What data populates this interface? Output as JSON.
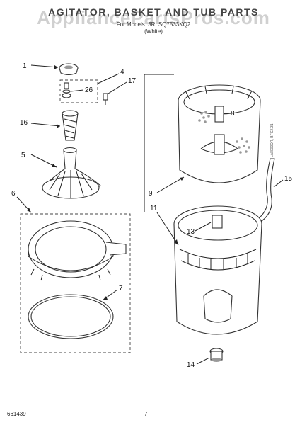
{
  "header": {
    "title": "AGITATOR, BASKET AND TUB PARTS",
    "model_line": "For Models: 3RLSQ7533KQ2",
    "color_line": "(White)"
  },
  "watermark": "AppliancePartsPros.com",
  "footer": {
    "doc_number": "661439",
    "page_number": "7"
  },
  "side_note": "LA8000DR, BFCX 31",
  "callouts": [
    "1",
    "4",
    "26",
    "17",
    "16",
    "5",
    "6",
    "7",
    "8",
    "9",
    "15",
    "11",
    "13",
    "14"
  ]
}
